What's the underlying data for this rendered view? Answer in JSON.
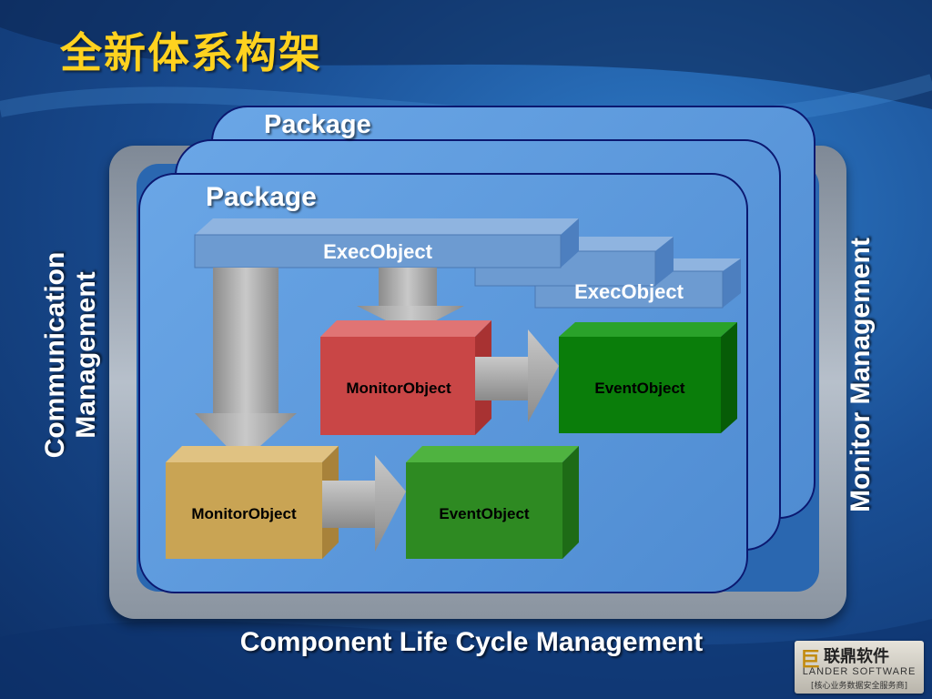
{
  "title": "全新体系构架",
  "side_labels": {
    "left_line1": "Communication",
    "left_line2": "Management",
    "right": "Monitor Management",
    "bottom": "Component Life Cycle Management"
  },
  "packages": [
    {
      "label": "Package"
    },
    {
      "label": ""
    },
    {
      "label": "Package"
    }
  ],
  "exec_objects": [
    {
      "label": "ExecObject"
    },
    {
      "label": ""
    },
    {
      "label": "ExecObject"
    }
  ],
  "monitor_objects": [
    {
      "label": "MonitorObject",
      "color": "#c94646"
    },
    {
      "label": "MonitorObject",
      "color": "#c9a454"
    }
  ],
  "event_objects": [
    {
      "label": "EventObject",
      "color": "#0a7d0a"
    },
    {
      "label": "EventObject",
      "color": "#2e8a22"
    }
  ],
  "colors": {
    "title": "#ffd21f",
    "package_border": "#0b1870",
    "package_fill": "#5a96da",
    "exec_fill": "#6d9bd1",
    "arrow_fill": "#a8a8a8"
  },
  "logo": {
    "name_cn": "联鼎软件",
    "name_en": "LANDER SOFTWARE",
    "tagline": "[核心业务数据安全服务商]"
  }
}
